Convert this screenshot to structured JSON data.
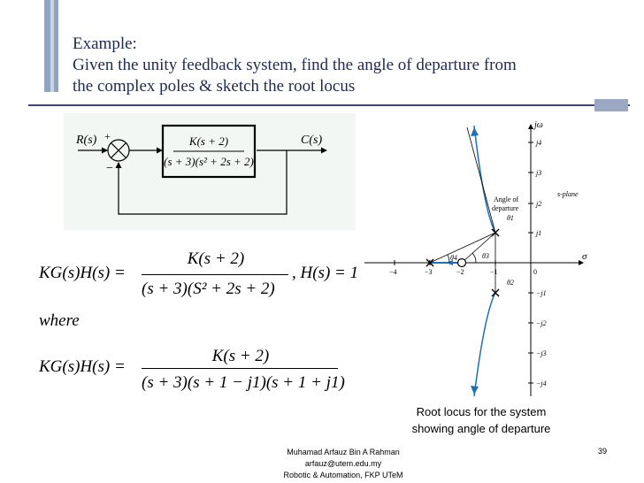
{
  "slide": {
    "title_lines": [
      "Example:",
      "Given the unity feedback system, find the angle of departure from",
      "the complex poles & sketch the root locus"
    ],
    "page_number": "39"
  },
  "block_diagram": {
    "input": "R(s)",
    "output": "C(s)",
    "plus": "+",
    "minus": "−",
    "tf_numerator": "K(s + 2)",
    "tf_denominator": "(s + 3)(s² + 2s + 2)"
  },
  "equations": {
    "eq1_lhs": "KG(s)H(s) =",
    "eq1_num": "K(s + 2)",
    "eq1_den": "(s + 3)(S² + 2s + 2)",
    "eq1_tail": ", H(s) = 1",
    "where": "where",
    "eq2_lhs": "KG(s)H(s) =",
    "eq2_num": "K(s + 2)",
    "eq2_den": "(s + 3)(s + 1 − j1)(s + 1 + j1)"
  },
  "root_locus": {
    "y_axis_label": "jω",
    "x_axis_label": "σ",
    "plane_label": "s-plane",
    "annotation_line1": "Angle of",
    "annotation_line2": "departure",
    "theta1": "θ1",
    "theta2": "θ2",
    "theta3": "θ3",
    "theta4": "θ4",
    "x_ticks": [
      "−4",
      "−3",
      "−2",
      "−1",
      "0"
    ],
    "y_ticks": [
      "j4",
      "j3",
      "j2",
      "j1",
      "−j1",
      "−j2",
      "−j3",
      "−j4"
    ]
  },
  "caption_lines": [
    "Root locus for the system",
    "showing angle of departure"
  ],
  "footer_lines": [
    "Muhamad Arfauz Bin A Rahman",
    "arfauz@utem.edu.my",
    "Robotic & Automation, FKP UTeM"
  ]
}
